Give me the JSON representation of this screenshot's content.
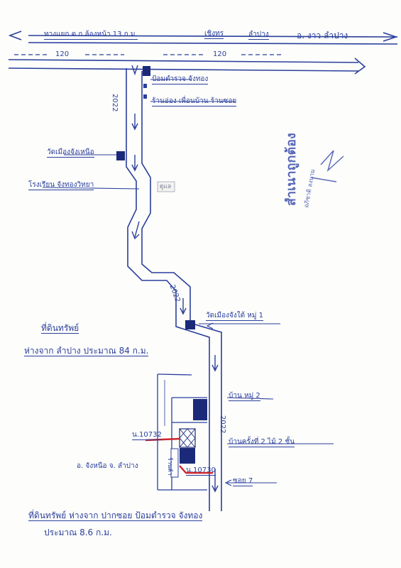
{
  "colors": {
    "ink": "#2a3f9c",
    "marker_dark": "#1b2a78",
    "red_pen": "#d0242b",
    "stamp": "#5766b8",
    "paper": "#fdfdfb"
  },
  "top_road": {
    "left_label": "ทางแยก ต.ก.ล้องหน้า 13 ก.ม.",
    "mid_label_1": "เชิงทร",
    "mid_label_2": "ลำปาง",
    "right_label": "อ. งาว ลำปาง",
    "route_left": "120",
    "route_right": "120"
  },
  "landmarks": {
    "junction_top": "ป้อมตำรวจ จังทอง",
    "junction_shop": "ร้านอ่อง เพื่อนบ้าน ร้านซอย",
    "temple_north": "วัดเมืองจังเหนือ",
    "school": "โรงเรียน จังทองวิทยา",
    "school_sign": "ดูแล",
    "temple_south": "วัดเมืองจังใต้ หมู่ 1",
    "village": "บ้าน หมู่ 2",
    "house_label": "บ้านครั้งที่ 2 ไม้ 2 ชั้น",
    "kiosk_label": "ร้านค้า",
    "soi": "ซอย 7",
    "district": "อ. จังหนือ จ. ลำปาง"
  },
  "road_labels": {
    "r1": "2022",
    "r2": "2022",
    "r3": "2022"
  },
  "parcels": {
    "north": "น.10732",
    "south": "น.10730"
  },
  "stamp": {
    "text": "สำเนาถูกต้อง",
    "signature": "อภิชาติ ลงนาม"
  },
  "notes": {
    "title": "ที่ดินทรัพย์",
    "distance_lampang": "ห่างจาก ลำปาง ประมาณ 84 ก.ม.",
    "distance_soi": "ที่ดินทรัพย์ ห่างจาก ปากซอย ป้อมตำรวจ จังทอง",
    "distance_value": "ประมาณ 8.6 ก.ม."
  }
}
